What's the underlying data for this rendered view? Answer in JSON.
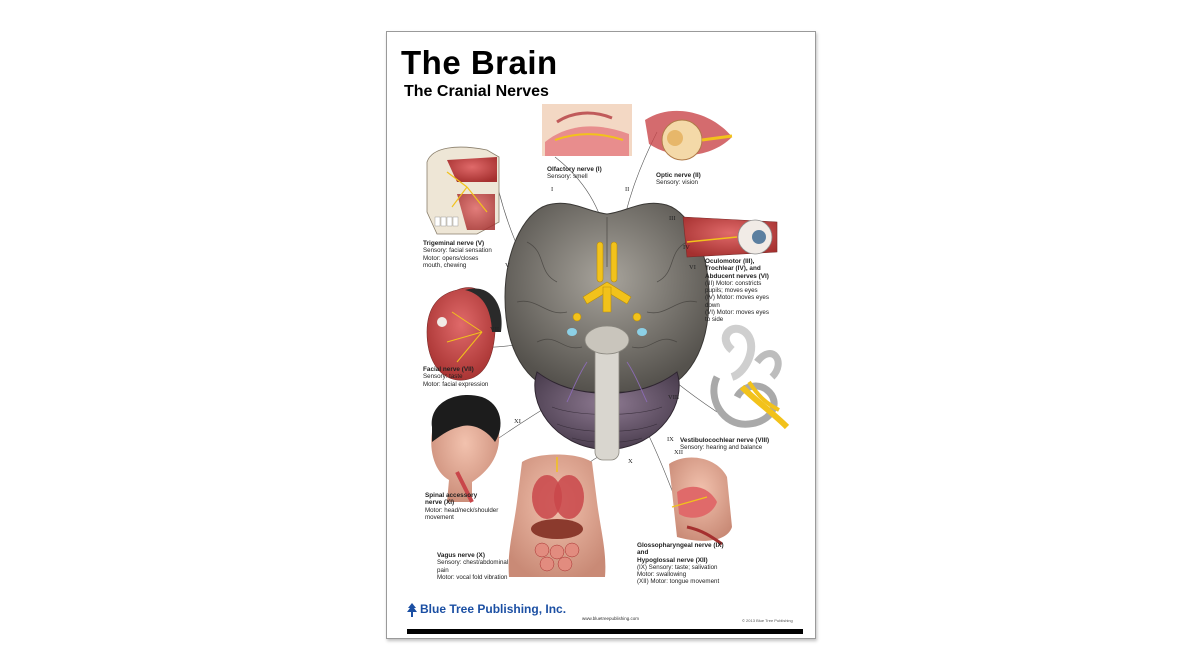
{
  "poster": {
    "title": "The Brain",
    "subtitle": "The Cranial Nerves"
  },
  "nerves": [
    {
      "numeral": "I",
      "name": "Olfactory nerve (I)",
      "desc": [
        "Sensory: smell"
      ]
    },
    {
      "numeral": "II",
      "name": "Optic nerve (II)",
      "desc": [
        "Sensory: vision"
      ]
    },
    {
      "numeral": "III",
      "name": "Oculomotor (III),",
      "name2": "Trochlear (IV), and",
      "name3": "Abducent nerves (VI)",
      "desc": [
        "(III) Motor: constricts",
        "pupils; moves eyes",
        "(IV) Motor: moves eyes",
        "down",
        "(VI) Motor: moves eyes",
        "to side"
      ]
    },
    {
      "numeral": "IV"
    },
    {
      "numeral": "V",
      "name": "Trigeminal nerve (V)",
      "desc": [
        "Sensory: facial sensation",
        "Motor: opens/closes",
        "mouth, chewing"
      ]
    },
    {
      "numeral": "VI"
    },
    {
      "numeral": "VII",
      "name": "Facial nerve (VII)",
      "desc": [
        "Sensory: taste",
        "Motor: facial expression"
      ]
    },
    {
      "numeral": "VIII",
      "name": "Vestibulocochlear nerve (VIII)",
      "desc": [
        "Sensory: hearing and balance"
      ]
    },
    {
      "numeral": "IX",
      "name": "Glossopharyngeal nerve (IX)",
      "name2": "and",
      "name3": "Hypoglossal nerve (XII)",
      "desc": [
        "(IX) Sensory: taste; salivation",
        "Motor: swallowing",
        "(XII) Motor: tongue movement"
      ]
    },
    {
      "numeral": "X",
      "name": "Vagus nerve (X)",
      "desc": [
        "Sensory: chest/abdominal",
        "pain",
        "Motor: vocal fold vibration"
      ]
    },
    {
      "numeral": "XI",
      "name": "Spinal accessory",
      "name2": "nerve (XI)",
      "desc": [
        "Motor: head/neck/shoulder",
        "movement"
      ]
    },
    {
      "numeral": "XII"
    }
  ],
  "footer": {
    "brand": "Blue Tree Publishing, Inc.",
    "url": "www.bluetreepublishing.com",
    "copyright": "© 2013 Blue Tree Publishing"
  },
  "colors": {
    "brand": "#1b4fa3",
    "nerve": "#f2c21b",
    "brain": "#7d7a74",
    "muscle": "#c9464a"
  }
}
